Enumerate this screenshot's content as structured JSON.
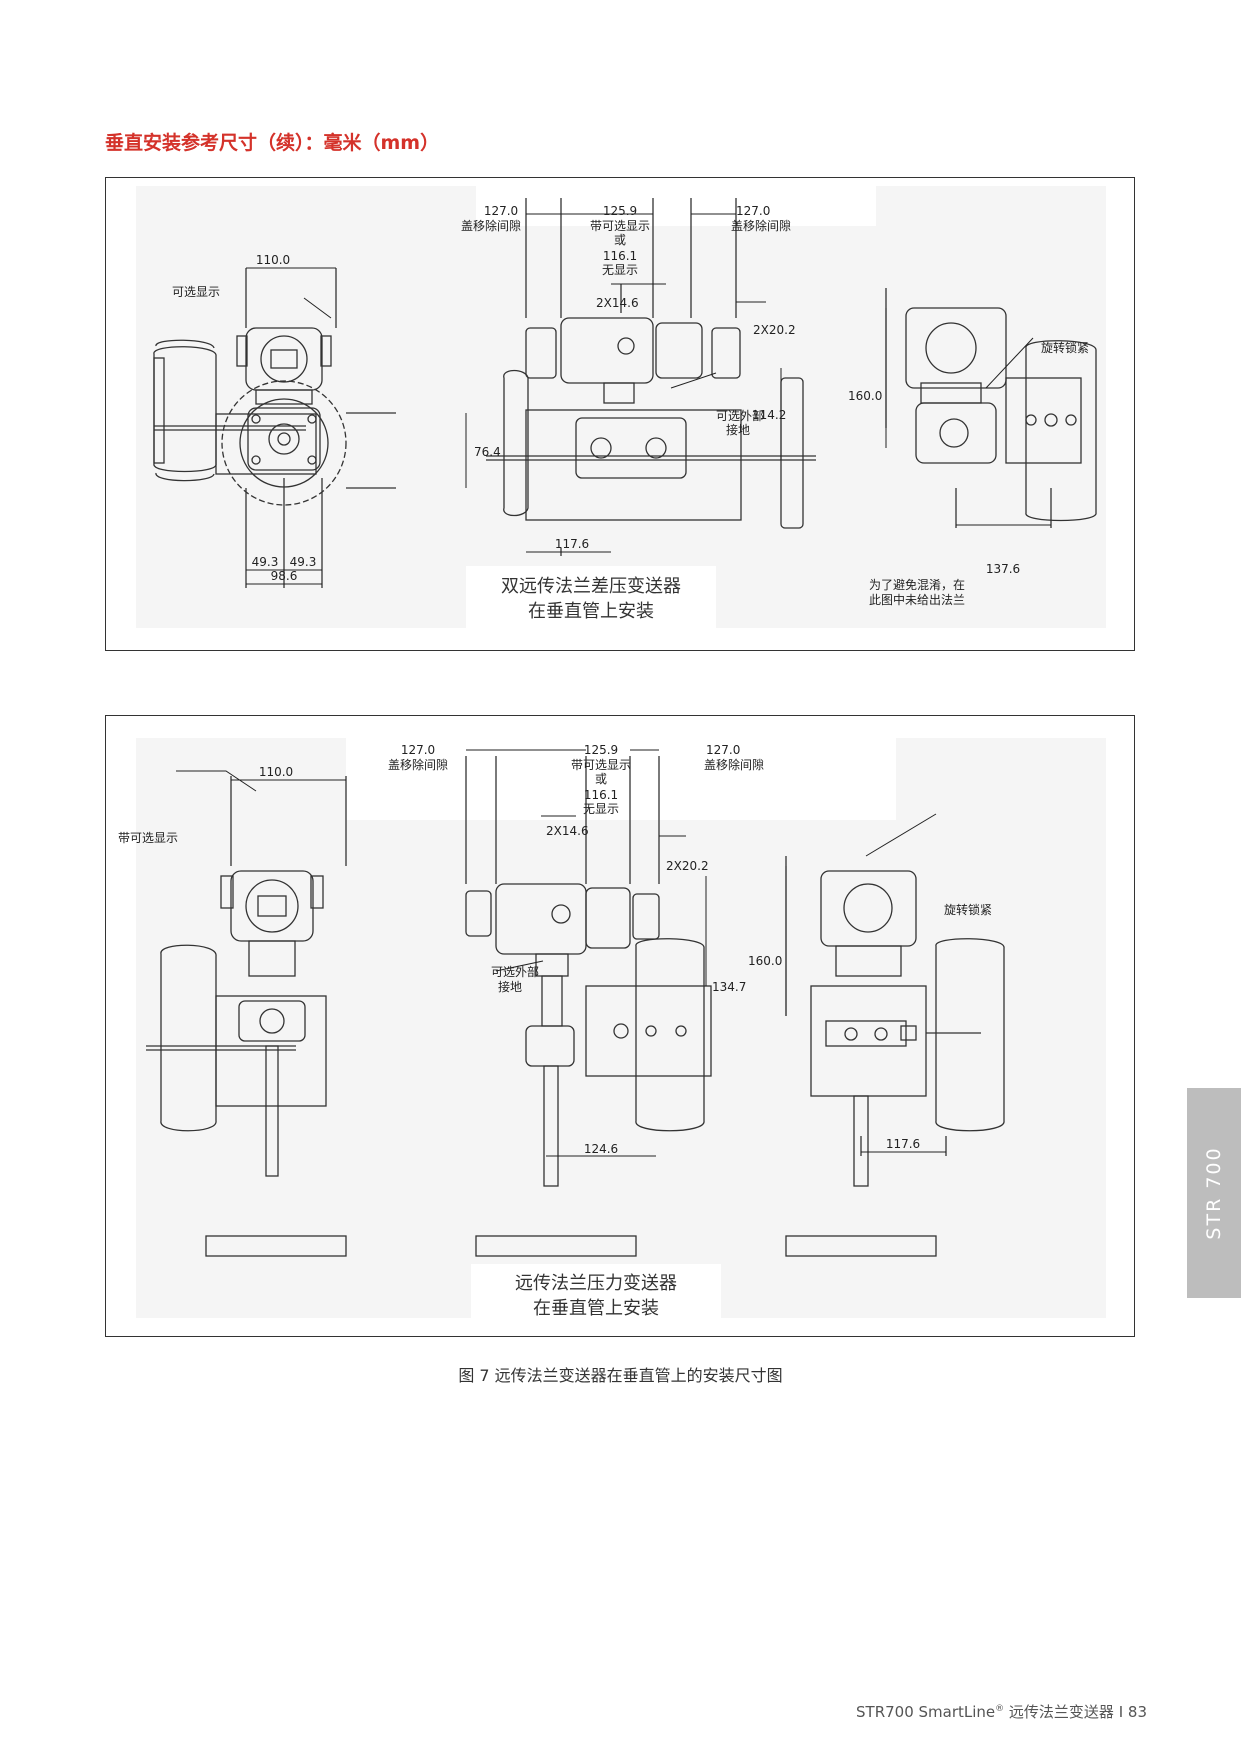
{
  "section_title": "垂直安装参考尺寸（续）：毫米（mm）",
  "figure_caption": "图 7  远传法兰变送器在垂直管上的安装尺寸图",
  "side_tab": "STR 700",
  "footer": {
    "product": "STR700 SmartLine",
    "reg": "®",
    "subtitle": " 远传法兰变送器",
    "sep": "  I  ",
    "page": "83"
  },
  "panel1": {
    "caption_line1": "双远传法兰差压变送器",
    "caption_line2": "在垂直管上安装",
    "labels": {
      "optional_display": "可选显示",
      "w110": "110.0",
      "d764": "76.4",
      "d493a": "49.3",
      "d493b": "49.3",
      "d986": "98.6",
      "cl_left_val": "127.0",
      "cl_left_text": "盖移除间隙",
      "mid_val1": "125.9",
      "mid_text1": "带可选显示",
      "mid_or": "或",
      "mid_val2": "116.1",
      "mid_text2": "无显示",
      "cl_right_val": "127.0",
      "cl_right_text": "盖移除间隙",
      "d2x146": "2X14.6",
      "d2x202": "2X20.2",
      "ext_ground1": "可选外部",
      "ext_ground2": "接地",
      "d1142": "114.2",
      "d1176": "117.6",
      "rot_lock": "旋转锁紧",
      "d1600": "160.0",
      "d1376": "137.6",
      "note1": "为了避免混淆，在",
      "note2": "此图中未给出法兰"
    }
  },
  "panel2": {
    "caption_line1": "远传法兰压力变送器",
    "caption_line2": "在垂直管上安装",
    "labels": {
      "optional_display": "带可选显示",
      "w110": "110.0",
      "cl_left_val": "127.0",
      "cl_left_text": "盖移除间隙",
      "mid_val1": "125.9",
      "mid_text1": "带可选显示",
      "mid_or": "或",
      "mid_val2": "116.1",
      "mid_text2": "无显示",
      "cl_right_val": "127.0",
      "cl_right_text": "盖移除间隙",
      "d2x146": "2X14.6",
      "d2x202": "2X20.2",
      "ext_ground1": "可选外部",
      "ext_ground2": "接地",
      "d1347": "134.7",
      "d1246": "124.6",
      "rot_lock": "旋转锁紧",
      "d1600": "160.0",
      "d1176": "117.6"
    }
  }
}
